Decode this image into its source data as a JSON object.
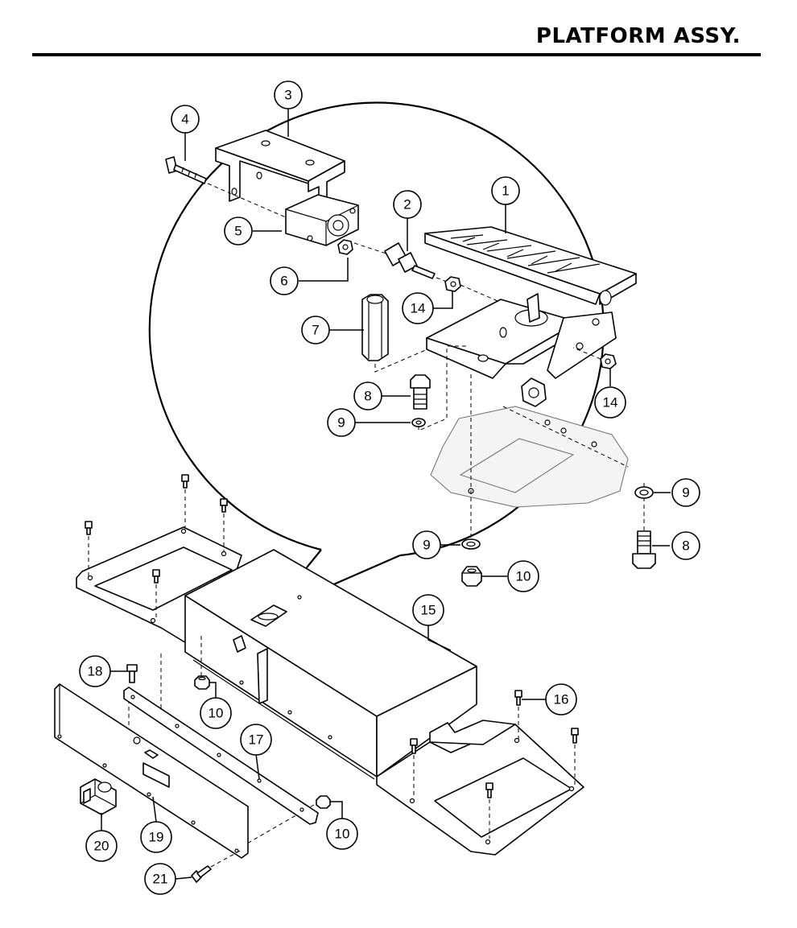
{
  "header": {
    "title": "PLATFORM ASSY."
  },
  "callouts": [
    {
      "id": "c1",
      "label": "1"
    },
    {
      "id": "c2",
      "label": "2"
    },
    {
      "id": "c3",
      "label": "3"
    },
    {
      "id": "c4",
      "label": "4"
    },
    {
      "id": "c5",
      "label": "5"
    },
    {
      "id": "c6",
      "label": "6"
    },
    {
      "id": "c7",
      "label": "7"
    },
    {
      "id": "c8a",
      "label": "8"
    },
    {
      "id": "c8b",
      "label": "8"
    },
    {
      "id": "c9a",
      "label": "9"
    },
    {
      "id": "c9b",
      "label": "9"
    },
    {
      "id": "c9c",
      "label": "9"
    },
    {
      "id": "c10a",
      "label": "10"
    },
    {
      "id": "c10b",
      "label": "10"
    },
    {
      "id": "c10c",
      "label": "10"
    },
    {
      "id": "c14a",
      "label": "14"
    },
    {
      "id": "c14b",
      "label": "14"
    },
    {
      "id": "c15",
      "label": "15"
    },
    {
      "id": "c16",
      "label": "16"
    },
    {
      "id": "c17",
      "label": "17"
    },
    {
      "id": "c18",
      "label": "18"
    },
    {
      "id": "c19",
      "label": "19"
    },
    {
      "id": "c20",
      "label": "20"
    },
    {
      "id": "c21",
      "label": "21"
    }
  ]
}
